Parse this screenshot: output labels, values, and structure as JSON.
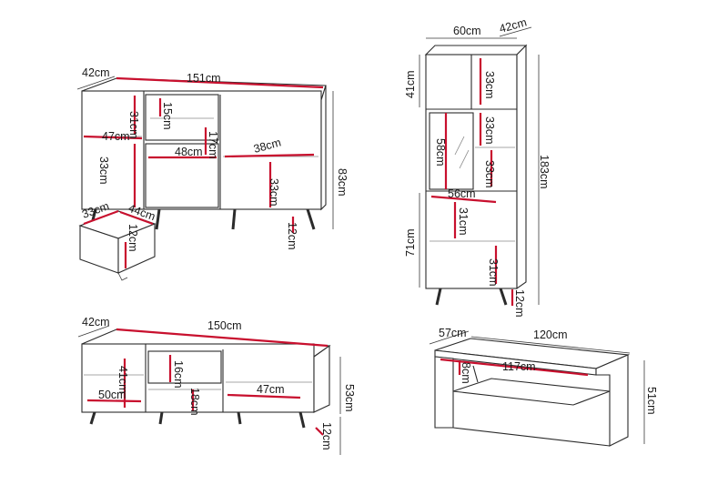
{
  "sideboard": {
    "depth": "42cm",
    "width": "151cm",
    "height": "83cm",
    "shelf_left_h": "31cm",
    "inner_left_w": "47cm",
    "lower_left_h": "33cm",
    "niche_h": "15cm",
    "drawer_w": "48cm",
    "drawer_front_h": "17cm",
    "right_w": "38cm",
    "right_lower_h": "33cm",
    "leg_h": "12cm",
    "drawer_depth": "33cm",
    "drawer_width": "44cm",
    "drawer_height": "12cm"
  },
  "tall_cabinet": {
    "width": "60cm",
    "depth": "42cm",
    "top_h": "41cm",
    "top_inner_h": "33cm",
    "mid_upper_h": "33cm",
    "glass_h": "58cm",
    "mid_lower_h": "33cm",
    "inner_w": "56cm",
    "total_h": "183cm",
    "bottom_h": "71cm",
    "bottom_upper_h": "31cm",
    "bottom_lower_h": "31cm",
    "leg_h": "12cm"
  },
  "tv_bench": {
    "depth": "42cm",
    "width": "150cm",
    "left_h": "41cm",
    "left_w": "50cm",
    "mid_upper_h": "16cm",
    "mid_lower_h": "18cm",
    "right_w": "47cm",
    "height": "53cm",
    "leg_h": "12cm"
  },
  "coffee_table": {
    "depth": "57cm",
    "width": "120cm",
    "gap_h": "8cm",
    "inner_w": "117cm",
    "height": "51cm"
  }
}
